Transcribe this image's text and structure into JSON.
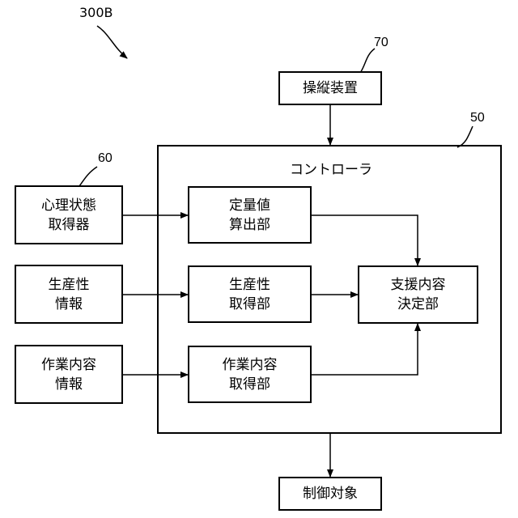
{
  "figure_label": "300B",
  "refs": {
    "operation_device": "70",
    "controller": "50",
    "psych_acquirer": "60"
  },
  "nodes": {
    "operation_device": {
      "lines": [
        "操縦装置"
      ]
    },
    "controller": {
      "title": "コントローラ"
    },
    "psych_acquirer": {
      "lines": [
        "心理状態",
        "取得器"
      ]
    },
    "productivity_info": {
      "lines": [
        "生産性",
        "情報"
      ]
    },
    "work_content_info": {
      "lines": [
        "作業内容",
        "情報"
      ]
    },
    "quant_calc": {
      "lines": [
        "定量値",
        "算出部"
      ]
    },
    "productivity_acq": {
      "lines": [
        "生産性",
        "取得部"
      ]
    },
    "work_content_acq": {
      "lines": [
        "作業内容",
        "取得部"
      ]
    },
    "support_decider": {
      "lines": [
        "支援内容",
        "決定部"
      ]
    },
    "control_target": {
      "lines": [
        "制御対象"
      ]
    }
  }
}
